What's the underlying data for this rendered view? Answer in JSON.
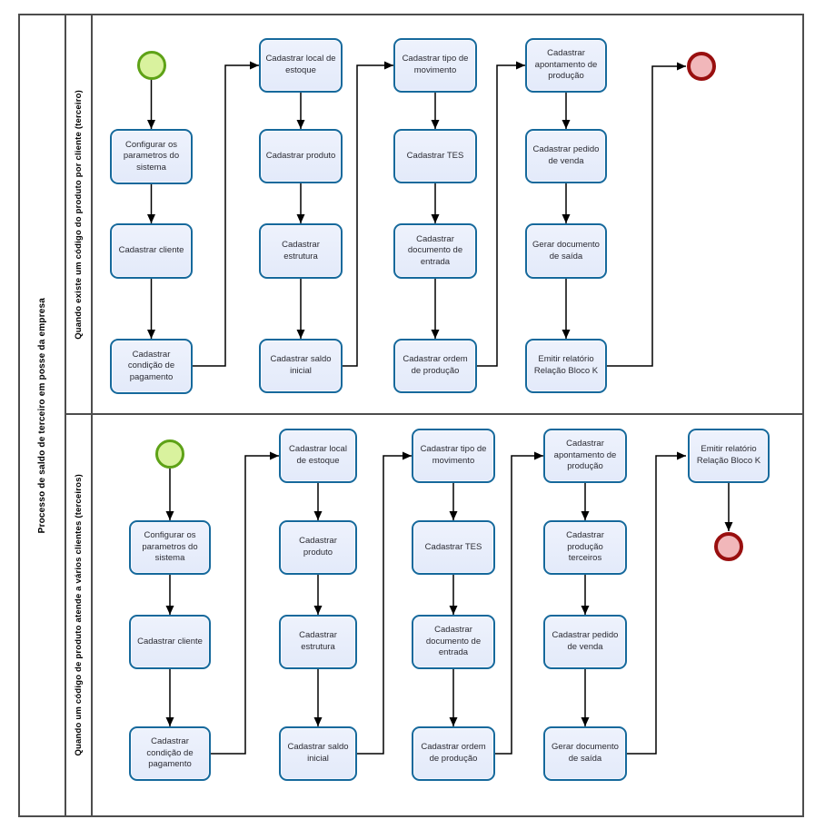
{
  "pool": {
    "title": "Processo de saldo de terceiro em posse da empresa"
  },
  "lanes": [
    {
      "label": "Quando existe um código do produto por cliente (terceiro)",
      "events": [
        "start",
        "end"
      ],
      "tasks": [
        "Configurar os parametros do sistema",
        "Cadastrar cliente",
        "Cadastrar condição de pagamento",
        "Cadastrar local de estoque",
        "Cadastrar produto",
        "Cadastrar estrutura",
        "Cadastrar saldo inicial",
        "Cadastrar tipo de movimento",
        "Cadastrar TES",
        "Cadastrar documento de entrada",
        "Cadastrar ordem de produção",
        "Cadastrar apontamento de produção",
        "Cadastrar pedido de venda",
        "Gerar documento de saída",
        "Emitir relatório Relação Bloco K"
      ]
    },
    {
      "label": "Quando um código de produto atende a vários clientes (terceiros)",
      "events": [
        "start",
        "end"
      ],
      "tasks": [
        "Configurar os parametros do sistema",
        "Cadastrar cliente",
        "Cadastrar condição de pagamento",
        "Cadastrar local de estoque",
        "Cadastrar produto",
        "Cadastrar estrutura",
        "Cadastrar saldo inicial",
        "Cadastrar tipo de movimento",
        "Cadastrar TES",
        "Cadastrar documento de entrada",
        "Cadastrar ordem de produção",
        "Cadastrar apontamento de produção",
        "Cadastrar produção terceiros",
        "Cadastrar pedido de venda",
        "Gerar documento de saída",
        "Emitir relatório Relação Bloco K"
      ]
    }
  ],
  "colors": {
    "task_fill": "#e7ecfa",
    "task_border": "#16699c",
    "start_fill": "#d9f29e",
    "start_border": "#5ea217",
    "end_fill": "#f1b7ba",
    "end_border": "#990f0f",
    "flow_line": "#000000",
    "frame": "#4d4d4d"
  }
}
